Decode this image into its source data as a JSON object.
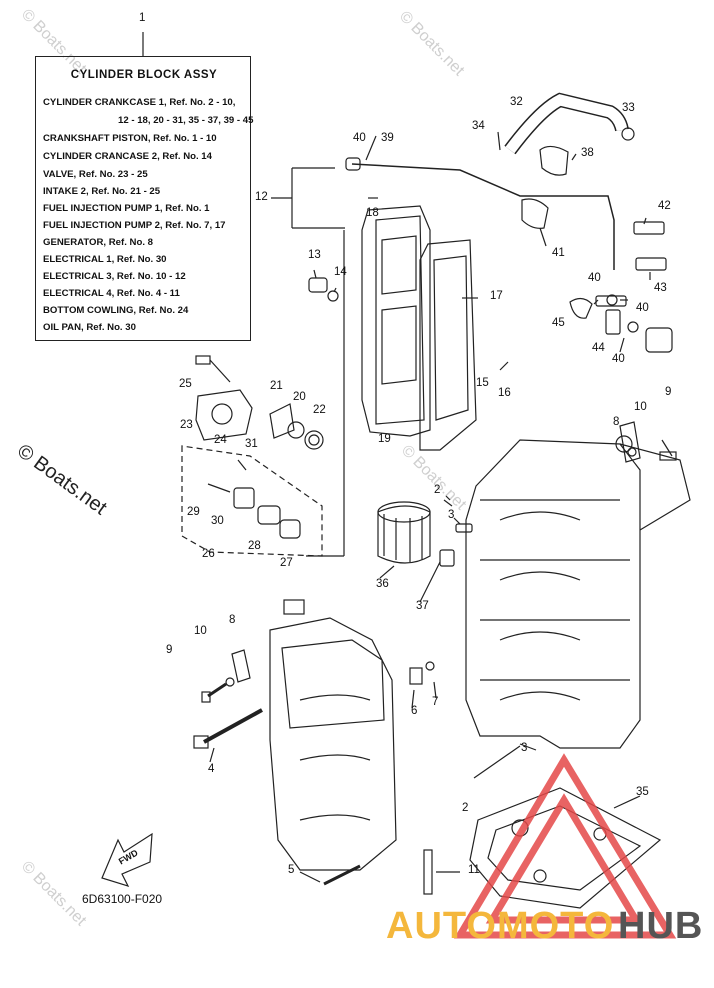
{
  "reference_number": "1",
  "legend": {
    "title": "CYLINDER  BLOCK  ASSY",
    "lines": [
      "CYLINDER CRANKCASE 1,  Ref. No. 2 - 10,",
      "12 - 18, 20 - 31, 35 - 37, 39 - 45",
      "CRANKSHAFT PISTON,  Ref. No. 1 - 10",
      "CYLINDER CRANCASE 2,  Ref. No. 14",
      "VALVE,  Ref. No. 23 - 25",
      "INTAKE 2,  Ref. No. 21 - 25",
      "FUEL INJECTION PUMP  1,  Ref. No. 1",
      "FUEL INJECTION PUMP  2,  Ref. No. 7, 17",
      "GENERATOR,  Ref. No. 8",
      "ELECTRICAL 1,  Ref. No. 30",
      "ELECTRICAL 3,  Ref. No. 10 - 12",
      "ELECTRICAL 4,  Ref. No. 4 - 11",
      "BOTTOM COWLING,  Ref. No. 24",
      "OIL PAN,  Ref. No. 30"
    ]
  },
  "callouts": [
    "2",
    "2",
    "3",
    "3",
    "4",
    "5",
    "6",
    "7",
    "8",
    "8",
    "9",
    "9",
    "10",
    "10",
    "11",
    "12",
    "13",
    "14",
    "15",
    "16",
    "17",
    "18",
    "19",
    "20",
    "21",
    "22",
    "23",
    "24",
    "25",
    "26",
    "27",
    "28",
    "29",
    "30",
    "31",
    "32",
    "33",
    "34",
    "35",
    "36",
    "37",
    "38",
    "39",
    "40",
    "40",
    "40",
    "40",
    "41",
    "42",
    "43",
    "44",
    "45"
  ],
  "watermarks": {
    "small": "© Boats.net",
    "large": "© Boats.net"
  },
  "fwd_label": "FWD",
  "drawing_code": "6D63100-F020",
  "brand": {
    "part_a": "AUTOMOTO",
    "part_b": "HUB"
  },
  "colors": {
    "line": "#222222",
    "brand_primary": "#f4b73c",
    "brand_secondary": "#555555",
    "triangle": "#e44848",
    "watermark": "#cfcfcf"
  }
}
